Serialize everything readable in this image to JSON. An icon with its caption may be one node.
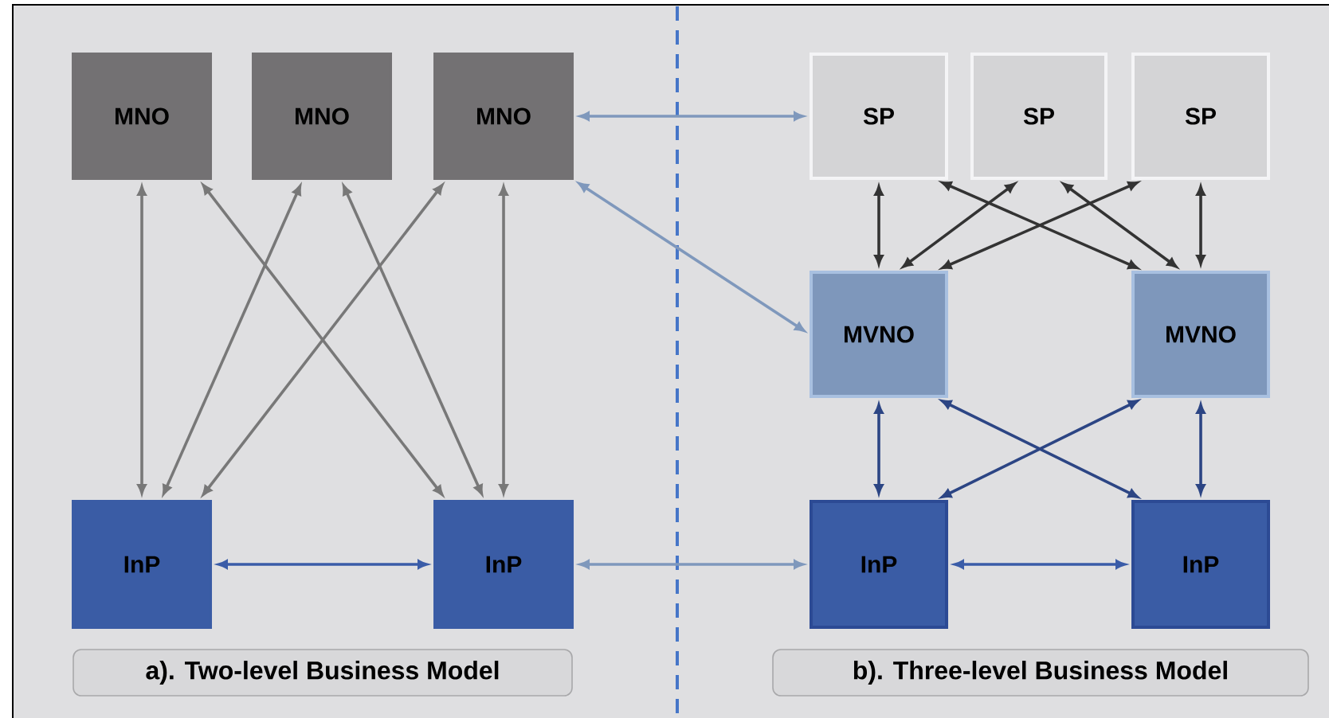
{
  "diagram": {
    "nodes": [
      {
        "text": [
          "MNO"
        ]
      },
      {
        "text": [
          "MNO"
        ]
      },
      {
        "text": [
          "MNO"
        ]
      },
      {
        "text": [
          "InP"
        ]
      },
      {
        "text": [
          "InP"
        ]
      },
      {
        "text": [
          "SP"
        ]
      },
      {
        "text": [
          "SP"
        ]
      },
      {
        "text": [
          "SP"
        ]
      },
      {
        "text": [
          "MVNO"
        ]
      },
      {
        "text": [
          "MVNO"
        ]
      },
      {
        "text": [
          "InP"
        ]
      },
      {
        "text": [
          "InP"
        ]
      },
      {
        "text": [
          "a). Two-level Business Model"
        ]
      },
      {
        "text": [
          "b). Three-level Business Model"
        ]
      }
    ],
    "edges": [
      {
        "from": 0,
        "to": 3,
        "arrow": "both",
        "color": "#787878"
      },
      {
        "from": 0,
        "to": 4,
        "arrow": "both",
        "color": "#787878"
      },
      {
        "from": 1,
        "to": 3,
        "arrow": "both",
        "color": "#787878"
      },
      {
        "from": 1,
        "to": 4,
        "arrow": "both",
        "color": "#787878"
      },
      {
        "from": 2,
        "to": 3,
        "arrow": "both",
        "color": "#787878"
      },
      {
        "from": 2,
        "to": 4,
        "arrow": "both",
        "color": "#787878"
      },
      {
        "from": 3,
        "to": 4,
        "arrow": "both",
        "color": "#3a5ca8"
      },
      {
        "from": 2,
        "to": 5,
        "arrow": "both",
        "color": "#7f98bc"
      },
      {
        "from": 2,
        "to": 8,
        "arrow": "both",
        "color": "#7f98bc"
      },
      {
        "from": 4,
        "to": 10,
        "arrow": "both",
        "color": "#7f98bc"
      },
      {
        "from": 5,
        "to": 8,
        "arrow": "both",
        "color": "#333333"
      },
      {
        "from": 6,
        "to": 8,
        "arrow": "both",
        "color": "#333333"
      },
      {
        "from": 7,
        "to": 8,
        "arrow": "both",
        "color": "#333333"
      },
      {
        "from": 5,
        "to": 9,
        "arrow": "both",
        "color": "#333333"
      },
      {
        "from": 6,
        "to": 9,
        "arrow": "both",
        "color": "#333333"
      },
      {
        "from": 7,
        "to": 9,
        "arrow": "both",
        "color": "#333333"
      },
      {
        "from": 8,
        "to": 10,
        "arrow": "both",
        "color": "#2c4584"
      },
      {
        "from": 8,
        "to": 11,
        "arrow": "both",
        "color": "#2c4584"
      },
      {
        "from": 9,
        "to": 10,
        "arrow": "both",
        "color": "#2c4584"
      },
      {
        "from": 9,
        "to": 11,
        "arrow": "both",
        "color": "#2c4584"
      },
      {
        "from": 10,
        "to": 11,
        "arrow": "both",
        "color": "#3a5ca8"
      }
    ]
  }
}
